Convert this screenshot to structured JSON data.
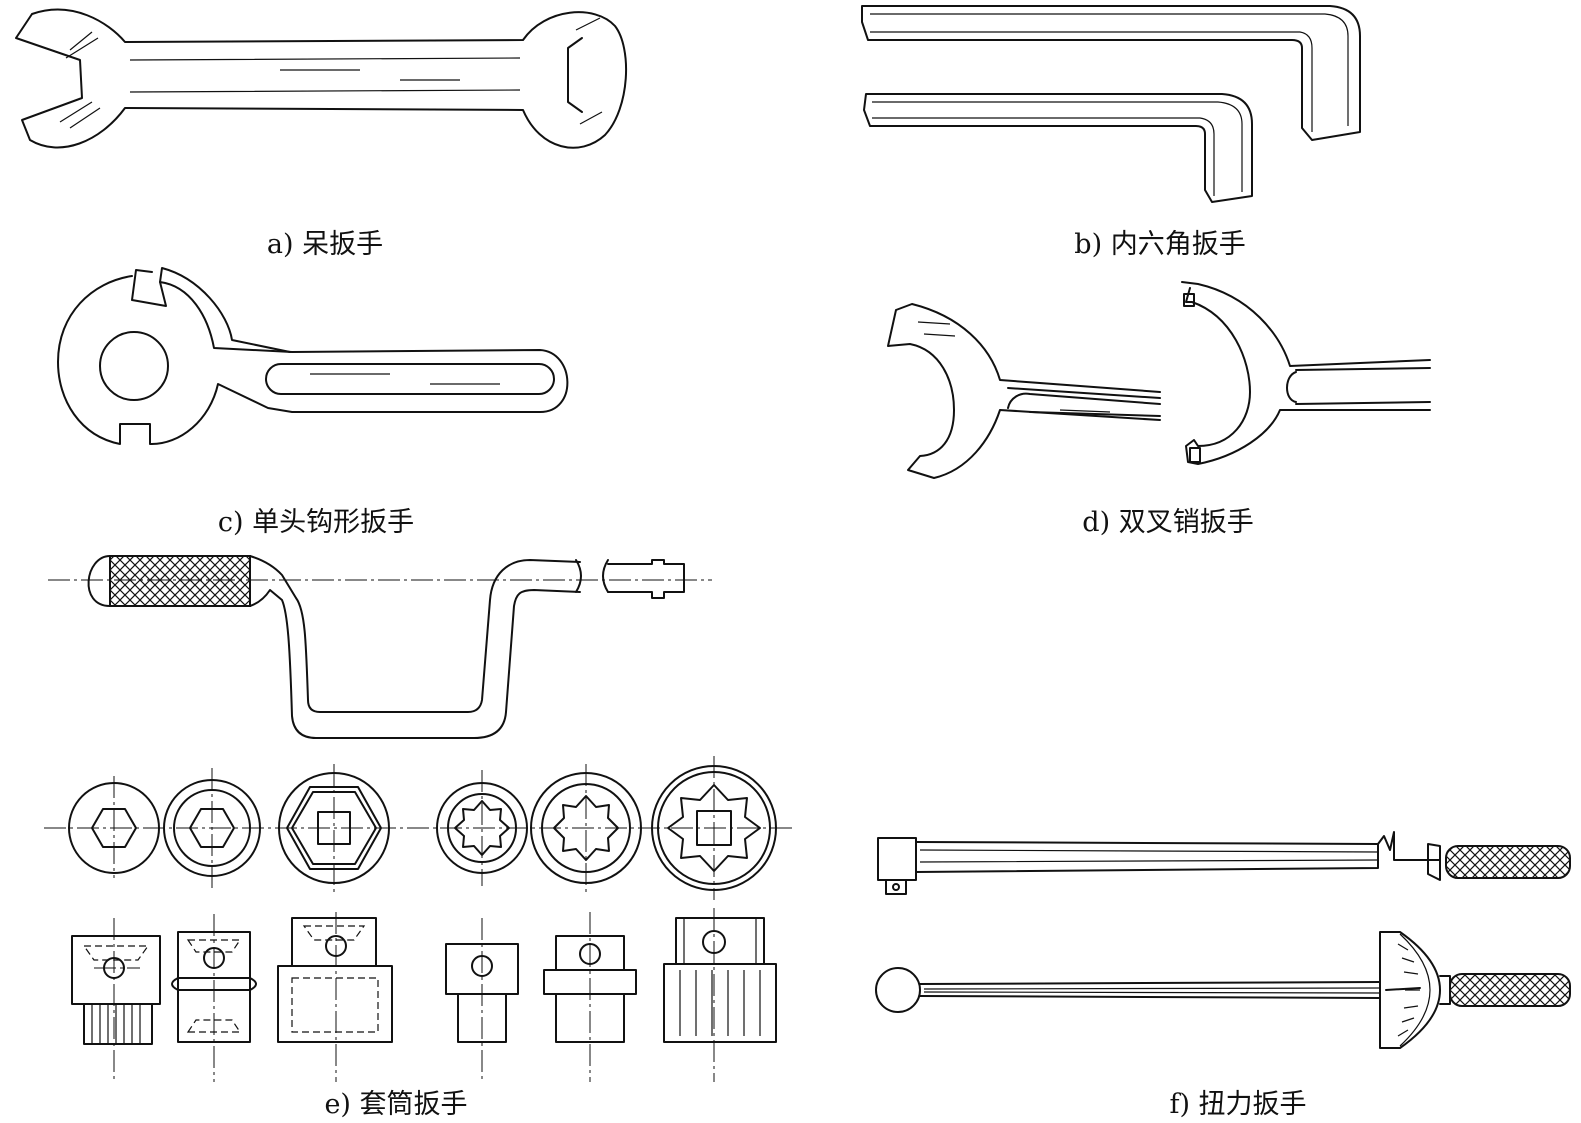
{
  "captions": {
    "a": "a) 呆扳手",
    "b": "b) 内六角扳手",
    "c": "c) 单头钩形扳手",
    "d": "d) 双叉销扳手",
    "e": "e) 套筒扳手",
    "f": "f) 扭力扳手"
  }
}
